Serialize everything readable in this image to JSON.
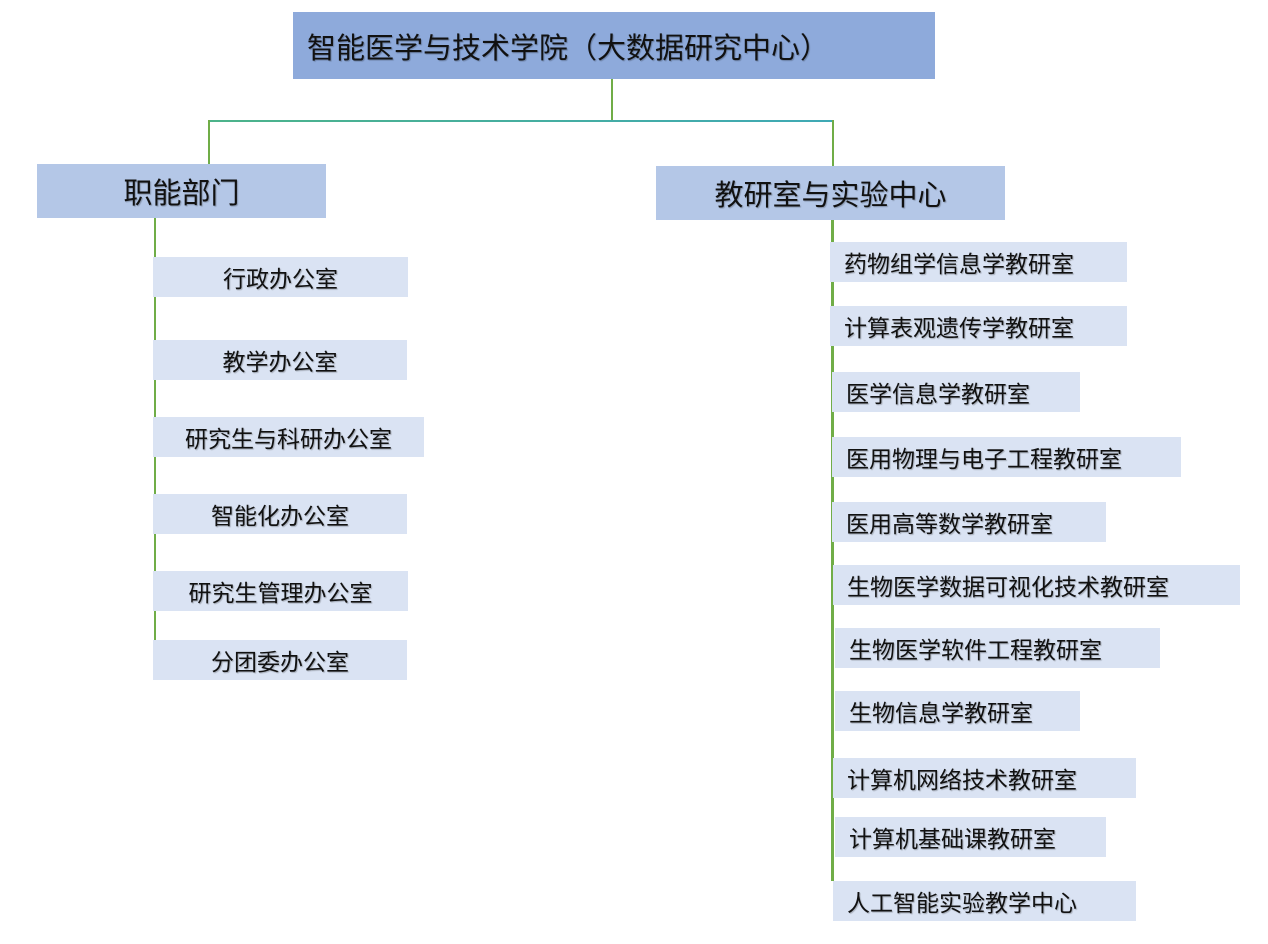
{
  "root": {
    "label": "智能医学与技术学院（大数据研究中心）"
  },
  "branches": [
    {
      "label": "职能部门",
      "items": [
        "行政办公室",
        "教学办公室",
        "研究生与科研办公室",
        "智能化办公室",
        "研究生管理办公室",
        "分团委办公室"
      ]
    },
    {
      "label": "教研室与实验中心",
      "items": [
        "药物组学信息学教研室",
        "计算表观遗传学教研室",
        "医学信息学教研室",
        "医用物理与电子工程教研室",
        "医用高等数学教研室",
        "生物医学数据可视化技术教研室",
        "生物医学软件工程教研室",
        "生物信息学教研室",
        "计算机网络技术教研室",
        "计算机基础课教研室",
        "人工智能实验教学中心"
      ]
    }
  ],
  "colors": {
    "root": "#8eaadb",
    "branch": "#b4c7e7",
    "leaf": "#dae3f3",
    "connector": "#70ad47"
  }
}
